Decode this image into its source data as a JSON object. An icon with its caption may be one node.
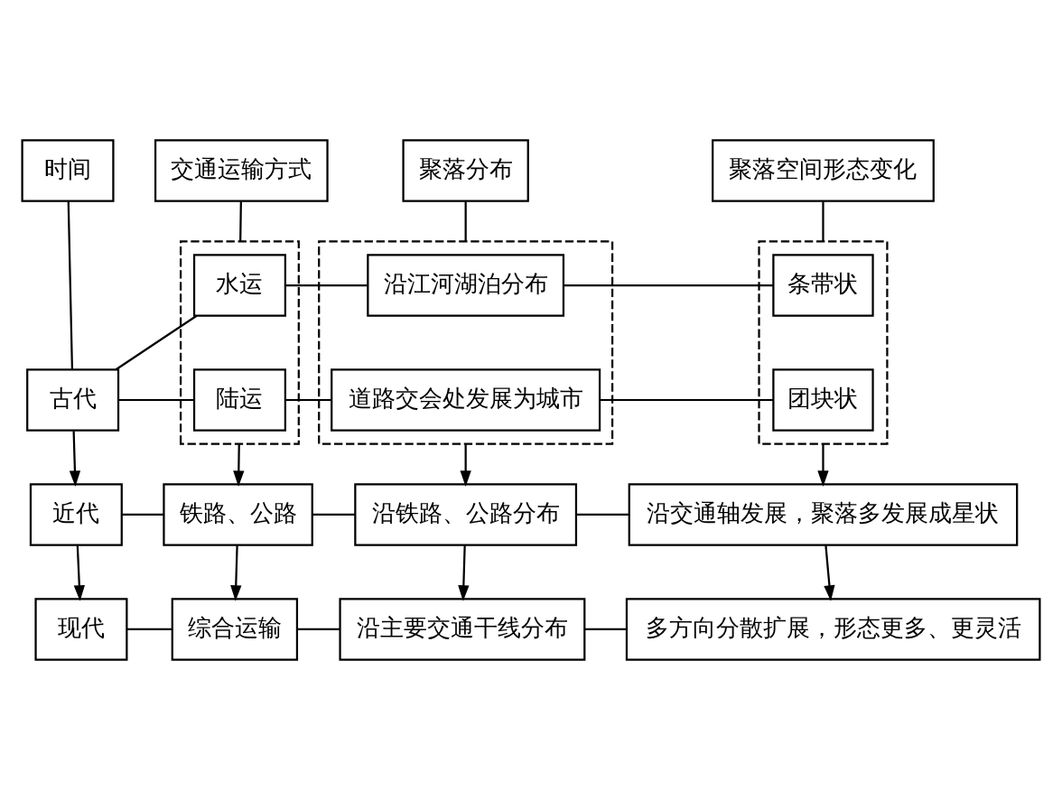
{
  "diagram": {
    "nodes": [
      {
        "text": [
          "时间"
        ]
      },
      {
        "text": [
          "交通运输方式"
        ]
      },
      {
        "text": [
          "聚落分布"
        ]
      },
      {
        "text": [
          "聚落空间形态变化"
        ]
      },
      {
        "text": [],
        "shape": "box"
      },
      {
        "text": [
          "水运"
        ],
        "in": 4
      },
      {
        "text": [
          "陆运"
        ],
        "in": 4
      },
      {
        "text": [],
        "shape": "box"
      },
      {
        "text": [
          "沿江河湖泊分布"
        ],
        "in": 7
      },
      {
        "text": [
          "道路交会处发展为城市"
        ],
        "in": 7
      },
      {
        "text": [],
        "shape": "box"
      },
      {
        "text": [
          "条带状"
        ],
        "in": 10
      },
      {
        "text": [
          "团块状"
        ],
        "in": 10
      },
      {
        "text": [
          "古代"
        ]
      },
      {
        "text": [
          "近代"
        ]
      },
      {
        "text": [
          "铁路、公路"
        ]
      },
      {
        "text": [
          "沿铁路、公路分布"
        ]
      },
      {
        "text": [
          "沿交通轴发展，聚落多发展成星状"
        ]
      },
      {
        "text": [
          "现代"
        ]
      },
      {
        "text": [
          "综合运输"
        ]
      },
      {
        "text": [
          "沿主要交通干线分布"
        ]
      },
      {
        "text": [
          "多方向分散扩展，形态更多、更灵活"
        ]
      }
    ],
    "edges": [
      {
        "from": 0,
        "to": 13,
        "arrow": "none"
      },
      {
        "from": 13,
        "to": 14,
        "arrow": "to"
      },
      {
        "from": 14,
        "to": 18,
        "arrow": "to"
      },
      {
        "from": 1,
        "to": 4,
        "arrow": "none"
      },
      {
        "from": 2,
        "to": 7,
        "arrow": "none"
      },
      {
        "from": 3,
        "to": 10,
        "arrow": "none"
      },
      {
        "from": 13,
        "to": 5,
        "arrow": "none"
      },
      {
        "from": 13,
        "to": 6,
        "arrow": "none"
      },
      {
        "from": 5,
        "to": 8,
        "arrow": "none"
      },
      {
        "from": 8,
        "to": 11,
        "arrow": "none"
      },
      {
        "from": 6,
        "to": 9,
        "arrow": "none"
      },
      {
        "from": 9,
        "to": 12,
        "arrow": "none"
      },
      {
        "from": 4,
        "to": 15,
        "arrow": "to"
      },
      {
        "from": 7,
        "to": 16,
        "arrow": "to"
      },
      {
        "from": 10,
        "to": 17,
        "arrow": "to"
      },
      {
        "from": 14,
        "to": 15,
        "arrow": "none"
      },
      {
        "from": 15,
        "to": 16,
        "arrow": "none"
      },
      {
        "from": 16,
        "to": 17,
        "arrow": "none"
      },
      {
        "from": 15,
        "to": 19,
        "arrow": "to"
      },
      {
        "from": 16,
        "to": 20,
        "arrow": "to"
      },
      {
        "from": 17,
        "to": 21,
        "arrow": "to"
      },
      {
        "from": 18,
        "to": 19,
        "arrow": "none"
      },
      {
        "from": 19,
        "to": 20,
        "arrow": "none"
      },
      {
        "from": 20,
        "to": 21,
        "arrow": "none"
      }
    ]
  }
}
